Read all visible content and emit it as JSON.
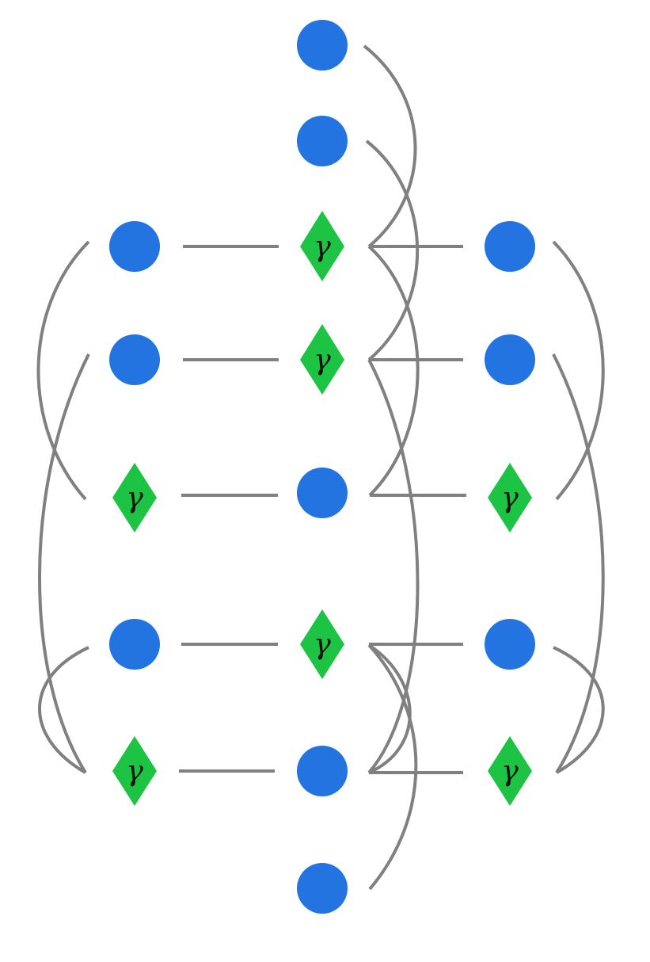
{
  "diagram": {
    "nodes": [
      {
        "id": "m1",
        "shape": "circle"
      },
      {
        "id": "m2",
        "shape": "circle"
      },
      {
        "id": "m3",
        "shape": "diamond",
        "label": "γ"
      },
      {
        "id": "m4",
        "shape": "diamond",
        "label": "γ"
      },
      {
        "id": "m5",
        "shape": "circle"
      },
      {
        "id": "m6",
        "shape": "diamond",
        "label": "γ"
      },
      {
        "id": "m7",
        "shape": "circle"
      },
      {
        "id": "m8",
        "shape": "circle"
      },
      {
        "id": "l1",
        "shape": "circle"
      },
      {
        "id": "l2",
        "shape": "circle"
      },
      {
        "id": "l3",
        "shape": "diamond",
        "label": "γ"
      },
      {
        "id": "l4",
        "shape": "circle"
      },
      {
        "id": "l5",
        "shape": "diamond",
        "label": "γ"
      },
      {
        "id": "r1",
        "shape": "circle"
      },
      {
        "id": "r2",
        "shape": "circle"
      },
      {
        "id": "r3",
        "shape": "diamond",
        "label": "γ"
      },
      {
        "id": "r4",
        "shape": "circle"
      },
      {
        "id": "r5",
        "shape": "diamond",
        "label": "γ"
      }
    ],
    "colors": {
      "circle": "#2374e1",
      "diamond": "#1dc343",
      "edge": "#808080"
    }
  }
}
